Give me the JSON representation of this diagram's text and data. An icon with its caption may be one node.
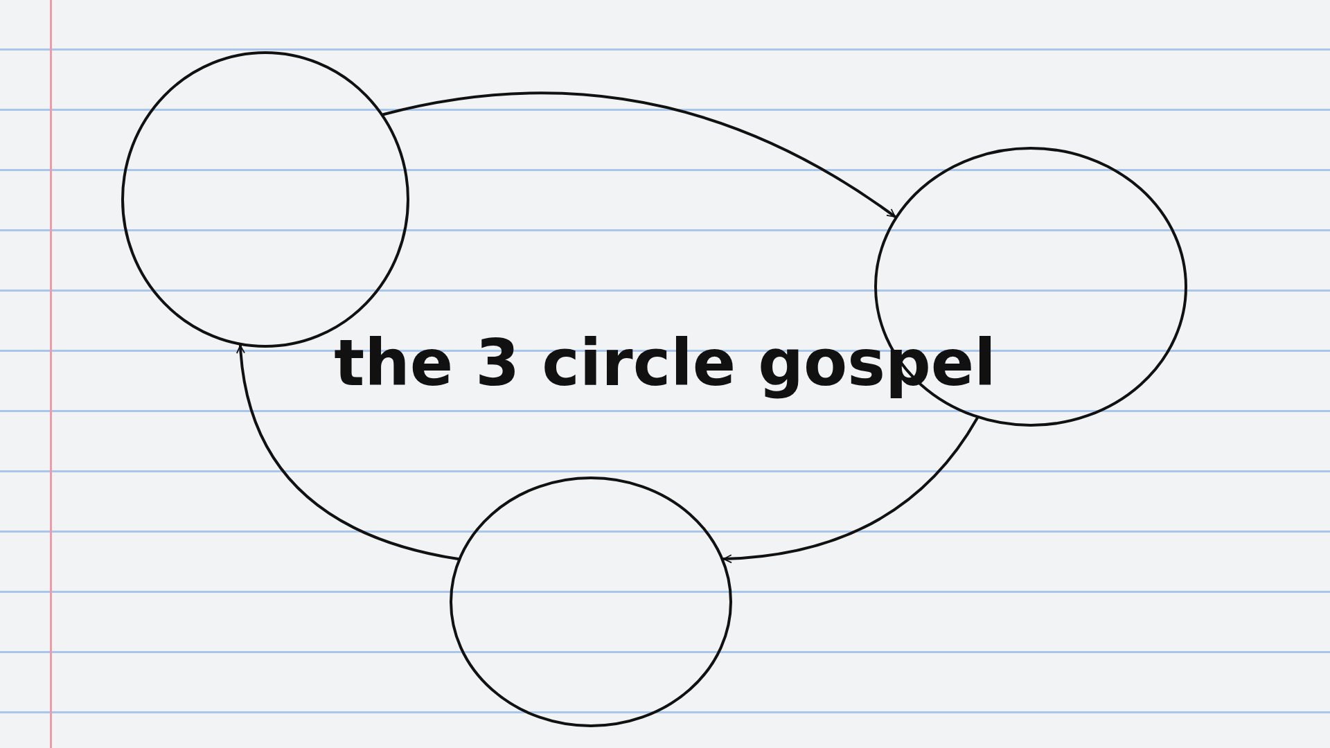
{
  "diagram": {
    "title": "the 3 circle gospel",
    "nodes": [
      {
        "text": [],
        "shape": "circle"
      },
      {
        "text": [],
        "shape": "circle"
      },
      {
        "text": [],
        "shape": "circle"
      }
    ],
    "edges": [
      {
        "from": 0,
        "to": 1,
        "arrow": "to"
      },
      {
        "from": 1,
        "to": 2,
        "arrow": "to"
      },
      {
        "from": 2,
        "to": 0,
        "arrow": "to"
      }
    ]
  }
}
